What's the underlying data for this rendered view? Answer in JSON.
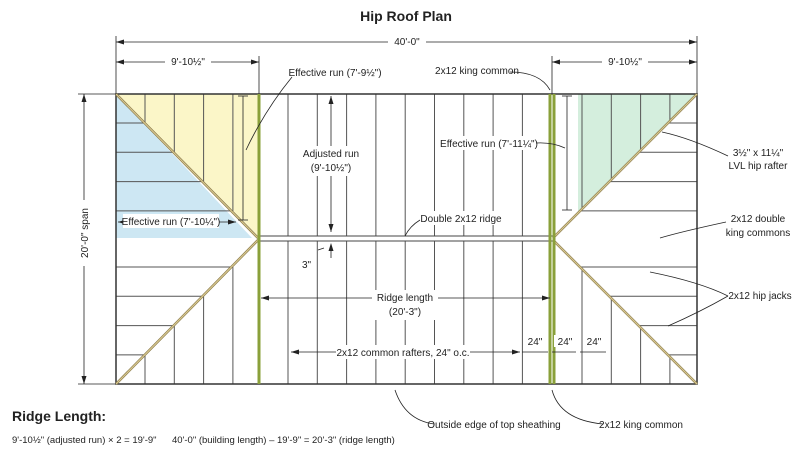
{
  "title": "Hip Roof Plan",
  "dims": {
    "overall": "40'-0\"",
    "left_end": "9'-10½\"",
    "right_end": "9'-10½\"",
    "span": "20'-0\" span",
    "ridge_length": "Ridge length",
    "ridge_length_value": "(20'-3\")",
    "spacing_1": "24\"",
    "spacing_2": "24\"",
    "spacing_3": "24\"",
    "offset": "3\""
  },
  "labels": {
    "king_common_top": "2x12 king common",
    "effective_run_left": "Effective run (7'-9½\")",
    "adjusted_run": "Adjusted run",
    "adjusted_run_value": "(9'-10½\")",
    "effective_run_right": "Effective run (7'-11¼\")",
    "effective_run_bottom_left": "Effective run (7'-10¼\")",
    "double_ridge": "Double 2x12 ridge",
    "lvl_hip_1": "3½\" x 11¼\"",
    "lvl_hip_2": "LVL hip rafter",
    "double_king_1": "2x12 double",
    "double_king_2": "king commons",
    "hip_jacks": "2x12 hip jacks",
    "common_rafters": "2x12  common rafters, 24\" o.c.",
    "outside_edge": "Outside edge of top sheathing",
    "king_common_bottom": "2x12 king common"
  },
  "ridge_calc": {
    "heading": "Ridge Length:",
    "formula_1": "9'-10½\" (adjusted run) × 2 = 19'-9\"",
    "formula_2": "40'-0\" (building length) – 19'-9\" = 20'-3\" (ridge length)"
  },
  "colors": {
    "hip": "#8a7a4a",
    "king": "#8aa03a",
    "blue_fill": "#cde7f3",
    "yellow_fill": "#fbf6c8",
    "green_fill": "#d4eedd"
  }
}
